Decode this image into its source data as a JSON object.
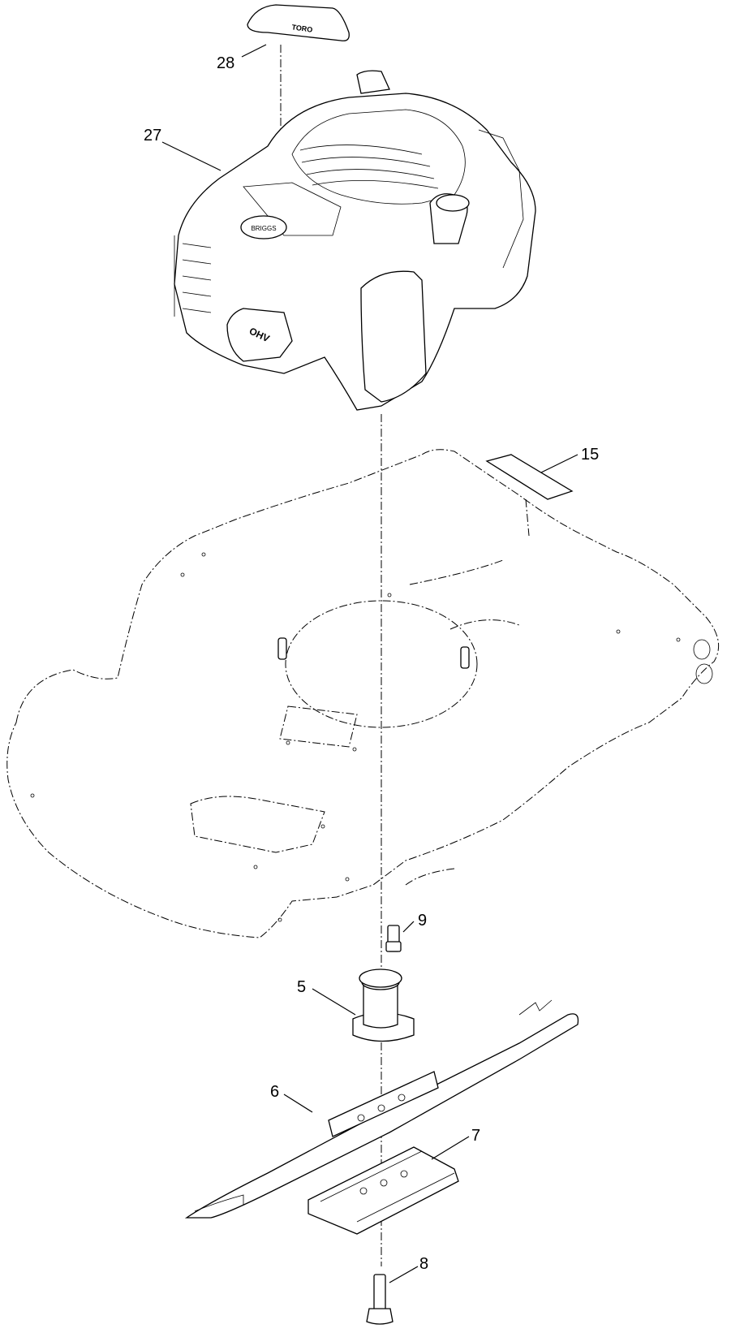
{
  "callouts": {
    "c28": "28",
    "c27": "27",
    "c15": "15",
    "c9": "9",
    "c5": "5",
    "c6": "6",
    "c7": "7",
    "c8": "8"
  },
  "decal_text": "TORO",
  "engine_badge_text": "BRIGGS",
  "air_filter_text": "OHV"
}
